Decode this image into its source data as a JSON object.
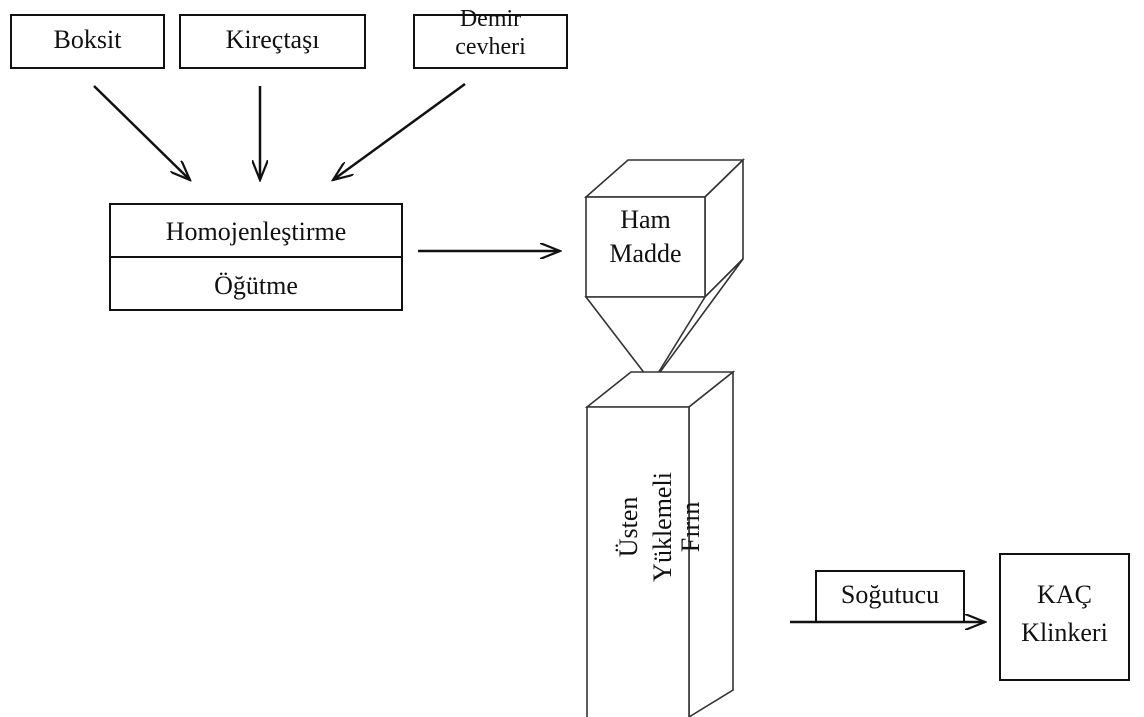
{
  "inputs": {
    "boksit": "Boksit",
    "kirectasi": "Kireçtaşı",
    "demir_cevheri_line1": "Demir",
    "demir_cevheri_line2": "cevheri"
  },
  "process": {
    "homojenlestirme": "Homojenleştirme",
    "ogutme": "Öğütme"
  },
  "hopper": {
    "line1": "Ham",
    "line2": "Madde"
  },
  "kiln": {
    "line1": "Üsten",
    "line2": "Yüklemeli",
    "line3": "Fırın"
  },
  "cooler": "Soğutucu",
  "output": {
    "line1": "KAÇ",
    "line2": "Klinkeri"
  }
}
